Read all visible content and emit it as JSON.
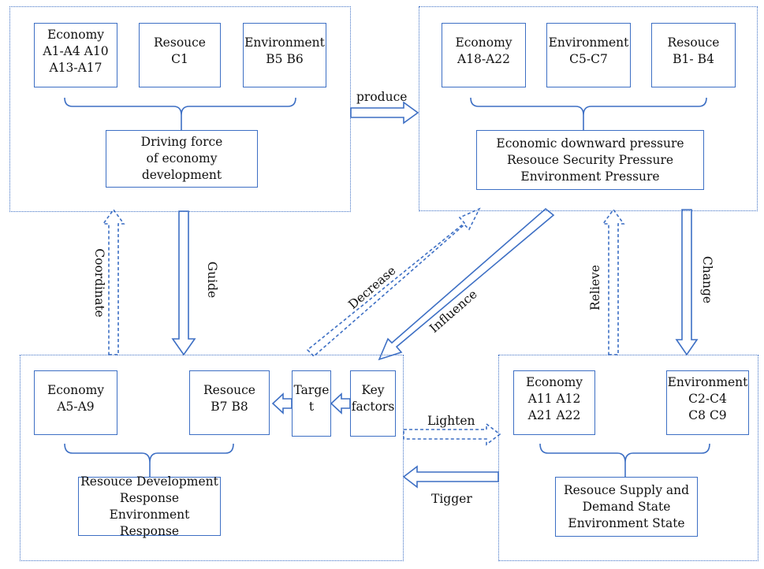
{
  "diagram": {
    "colors": {
      "stroke": "#3d6fc4",
      "text": "#111111",
      "background": "#ffffff"
    },
    "driving_force": {
      "economy": "Economy\nA1-A4 A10\nA13-A17",
      "resource": "Resouce\nC1",
      "environment": "Environment\nB5 B6",
      "summary": "Driving force\nof economy\ndevelopment"
    },
    "pressure": {
      "economy": "Economy\nA18-A22",
      "environment": "Environment\nC5-C7",
      "resource": "Resouce\nB1- B4",
      "summary": "Economic downward pressure\nResouce Security Pressure\nEnvironment Pressure"
    },
    "response": {
      "economy": "Economy\nA5-A9",
      "resource": "Resouce\nB7 B8",
      "target": "Targe\nt",
      "key_factors": "Key\nfactors",
      "summary": "Resouce Development\nResponse\nEnvironment Response"
    },
    "state": {
      "economy": "Economy\nA11 A12\nA21 A22",
      "environment": "Environment\nC2-C4\nC8 C9",
      "summary": "Resouce Supply and\nDemand State\nEnvironment State"
    },
    "arrows": {
      "produce": "produce",
      "coordinate": "Coordinate",
      "guide": "Guide",
      "decrease": "Decrease",
      "influence": "Influence",
      "relieve": "Relieve",
      "change": "Change",
      "lighten": "Lighten",
      "tigger": "Tigger"
    }
  }
}
